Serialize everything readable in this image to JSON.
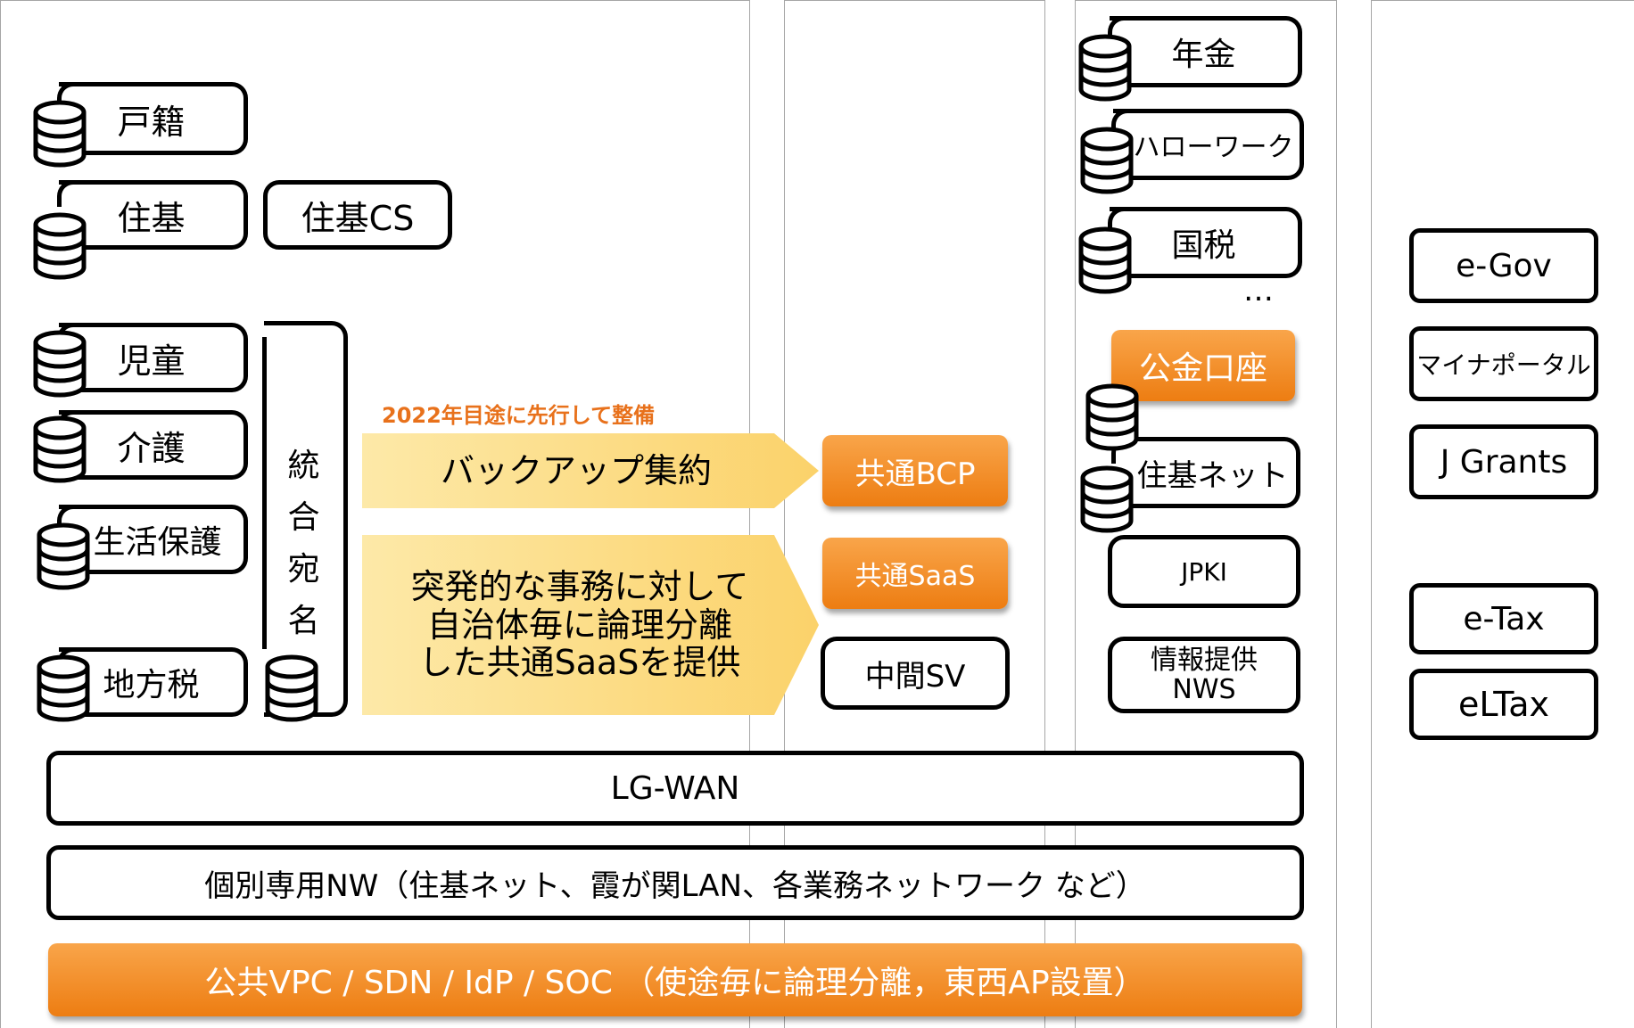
{
  "local_systems": {
    "koseki": "戸籍",
    "juki": "住基",
    "juki_cs": "住基CS",
    "jido": "児童",
    "kaigo": "介護",
    "seikatsu_hogo": "生活保護",
    "chihozei": "地方税",
    "togo_atena": [
      "統",
      "合",
      "宛",
      "名"
    ]
  },
  "middle": {
    "backup_note": "2022年目途に先行して整備",
    "backup_arrow": "バックアップ集約",
    "saas_arrow": [
      "突発的な事務に対して",
      "自治体毎に論理分離",
      "した共通SaaSを提供"
    ],
    "kyotsu_bcp": "共通BCP",
    "kyotsu_saas": "共通SaaS",
    "chukan_sv": "中間SV"
  },
  "national": {
    "nenkin": "年金",
    "hello_work": "ハローワーク",
    "kokuzei": "国税",
    "ellipsis": "…",
    "kokin_koza": "公金口座",
    "juki_net": "住基ネット",
    "jpki": "JPKI",
    "joho_teikyo": [
      "情報提供",
      "NWS"
    ]
  },
  "portals": {
    "egov": "e-Gov",
    "mynaportal": "マイナポータル",
    "jgrants": "J Grants",
    "etax": "e-Tax",
    "eltax": "eLTax"
  },
  "networks": {
    "lgwan": "LG-WAN",
    "kobetsu": "個別専用NW（住基ネット、霞が関LAN、各業務ネットワーク など）",
    "kokyo": "公共VPC / SDN / IdP / SOC （使途毎に論理分離，東西AP設置）"
  },
  "colors": {
    "orange_top": "#f9a54a",
    "orange_bottom": "#ed7d12",
    "note_orange": "#e8711b",
    "arrow_yellow_light": "#fde9a8",
    "arrow_yellow_dark": "#fbd26a",
    "column_border": "#a6a6a6"
  },
  "icons": [
    "database-icon"
  ]
}
